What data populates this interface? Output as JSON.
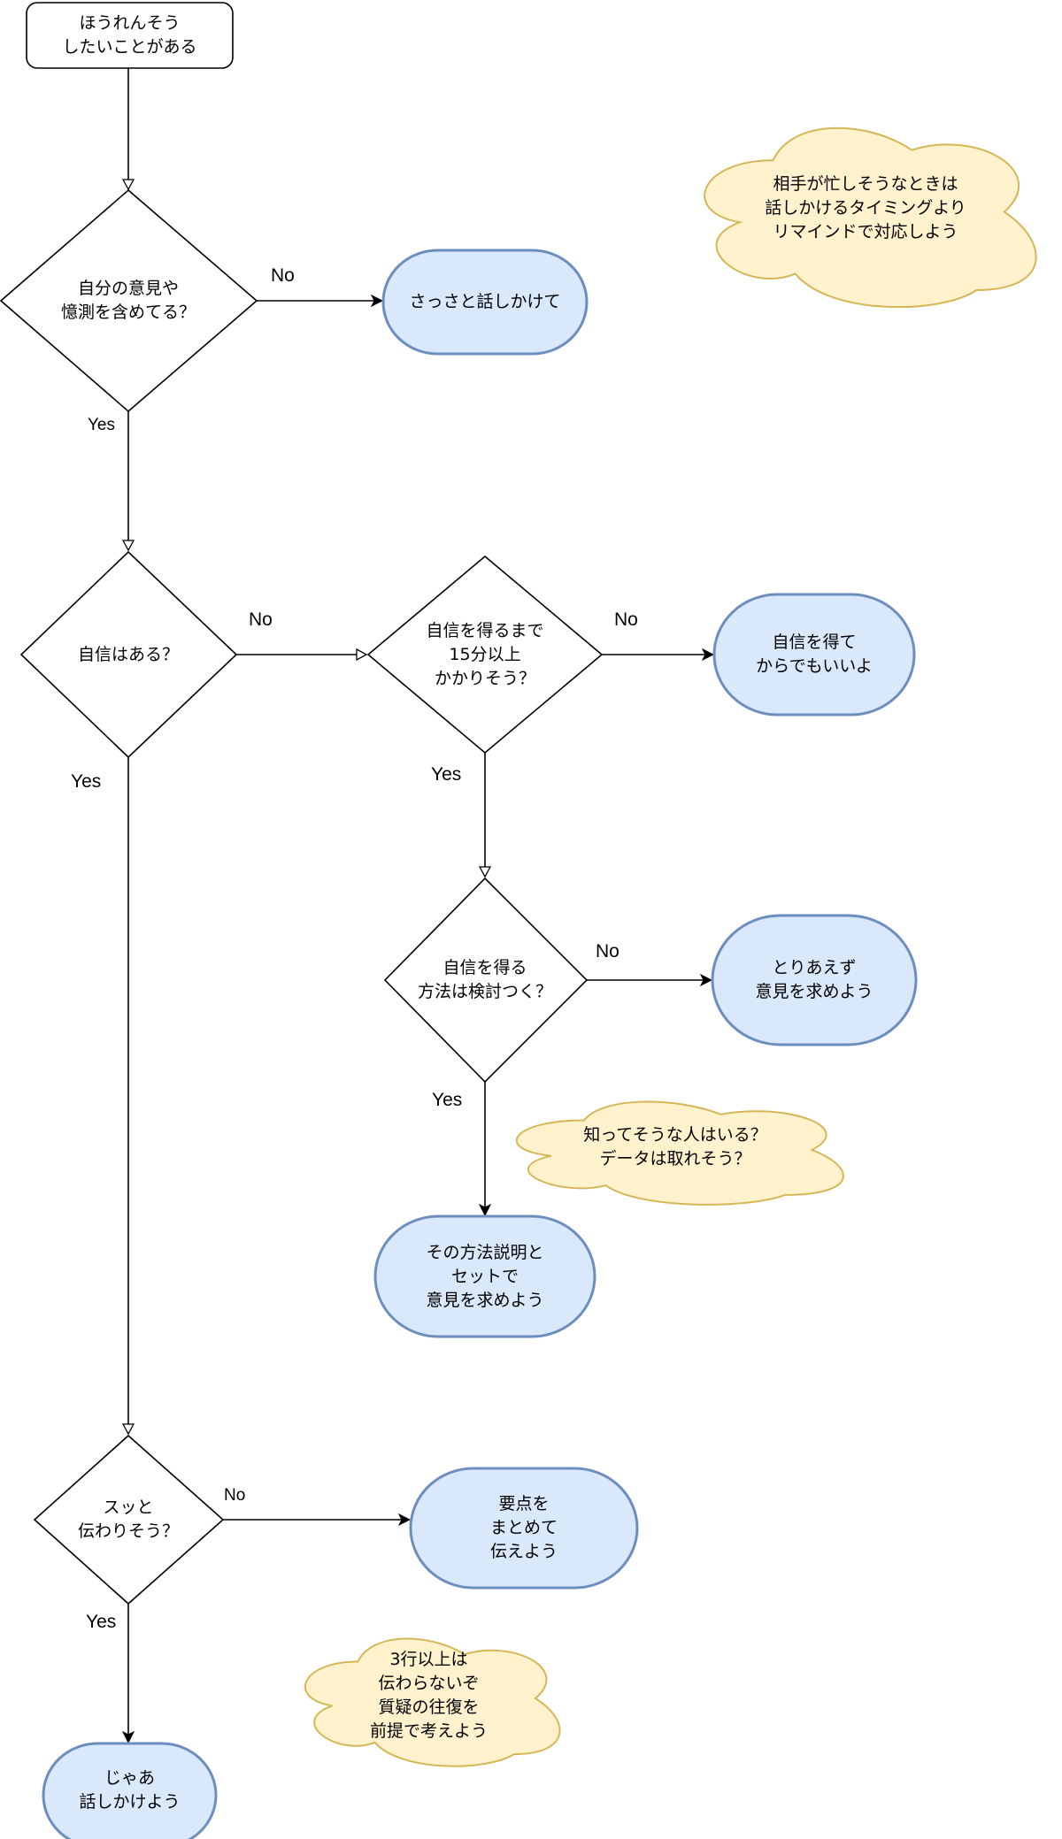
{
  "diagram": {
    "colors": {
      "terminal_fill": "#dae8fc",
      "terminal_stroke": "#6c8ebf",
      "note_fill": "#fff2cc",
      "note_stroke": "#d6b656",
      "line": "#000000"
    },
    "start": {
      "text": "ほうれんそう\nしたいことがある"
    },
    "decisions": [
      {
        "id": "d1",
        "text": "自分の意見や\n憶測を含めてる？"
      },
      {
        "id": "d2",
        "text": "自信はある？"
      },
      {
        "id": "d3",
        "text": "自信を得るまで\n15分以上\nかかりそう？"
      },
      {
        "id": "d4",
        "text": "自信を得る\n方法は検討つく？"
      },
      {
        "id": "d5",
        "text": "スッと\n伝わりそう？"
      }
    ],
    "terminals": [
      {
        "id": "t1",
        "text": "さっさと話しかけて"
      },
      {
        "id": "t2",
        "text": "自信を得て\nからでもいいよ"
      },
      {
        "id": "t3",
        "text": "とりあえず\n意見を求めよう"
      },
      {
        "id": "t4",
        "text": "その方法説明と\nセットで\n意見を求めよう"
      },
      {
        "id": "t5",
        "text": "要点を\nまとめて\n伝えよう"
      },
      {
        "id": "t6",
        "text": "じゃあ\n話しかけよう"
      }
    ],
    "notes": [
      {
        "id": "n1",
        "text": "相手が忙しそうなときは\n話しかけるタイミングより\nリマインドで対応しよう"
      },
      {
        "id": "n2",
        "text": "知ってそうな人はいる？\nデータは取れそう？"
      },
      {
        "id": "n3",
        "text": "3行以上は\n伝わらないぞ\n質疑の往復を\n前提で考えよう"
      }
    ],
    "edge_labels": {
      "d1_no": "No",
      "d1_yes": "Yes",
      "d2_no": "No",
      "d2_yes": "Yes",
      "d3_no": "No",
      "d3_yes": "Yes",
      "d4_no": "No",
      "d4_yes": "Yes",
      "d5_no": "No",
      "d5_yes": "Yes"
    }
  }
}
